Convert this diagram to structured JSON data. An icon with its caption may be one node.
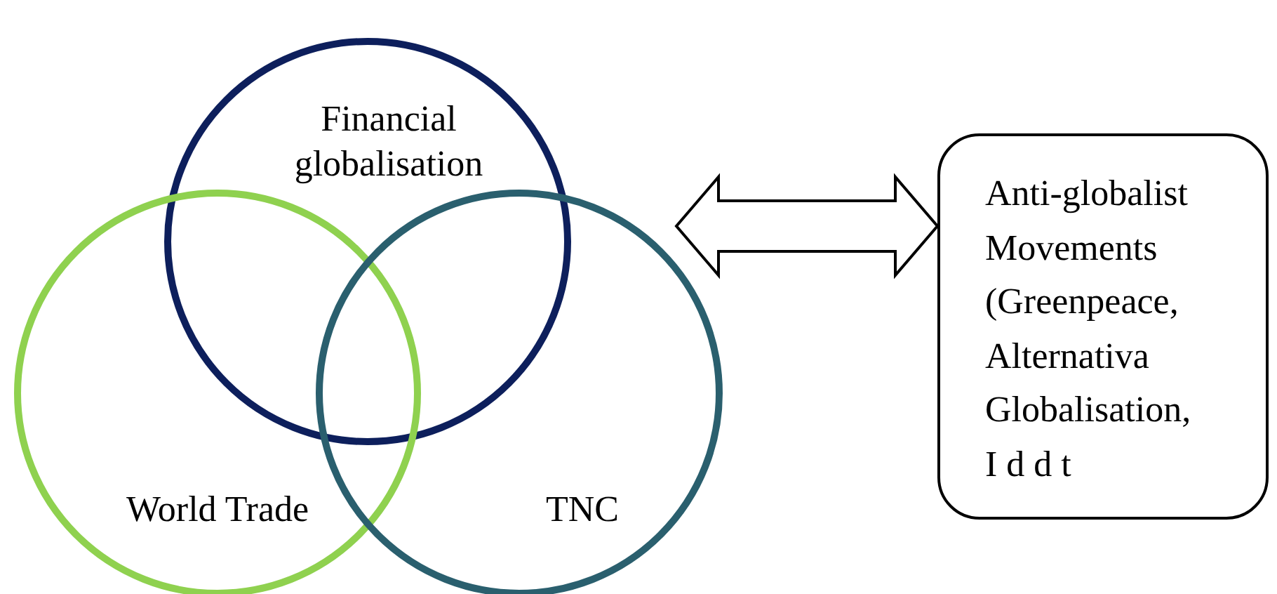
{
  "diagram": {
    "nodes": [
      {
        "text": [
          "Financial globalisation"
        ]
      },
      {
        "text": [
          "World Trade"
        ]
      },
      {
        "text": [
          "TNC"
        ]
      },
      {
        "text": [
          "Anti-globalist Movements (Greenpeace, Alternativa Globalisation, I d d t"
        ]
      }
    ],
    "edges": [
      {
        "from": null,
        "to": 3,
        "arrow": "both"
      }
    ]
  }
}
